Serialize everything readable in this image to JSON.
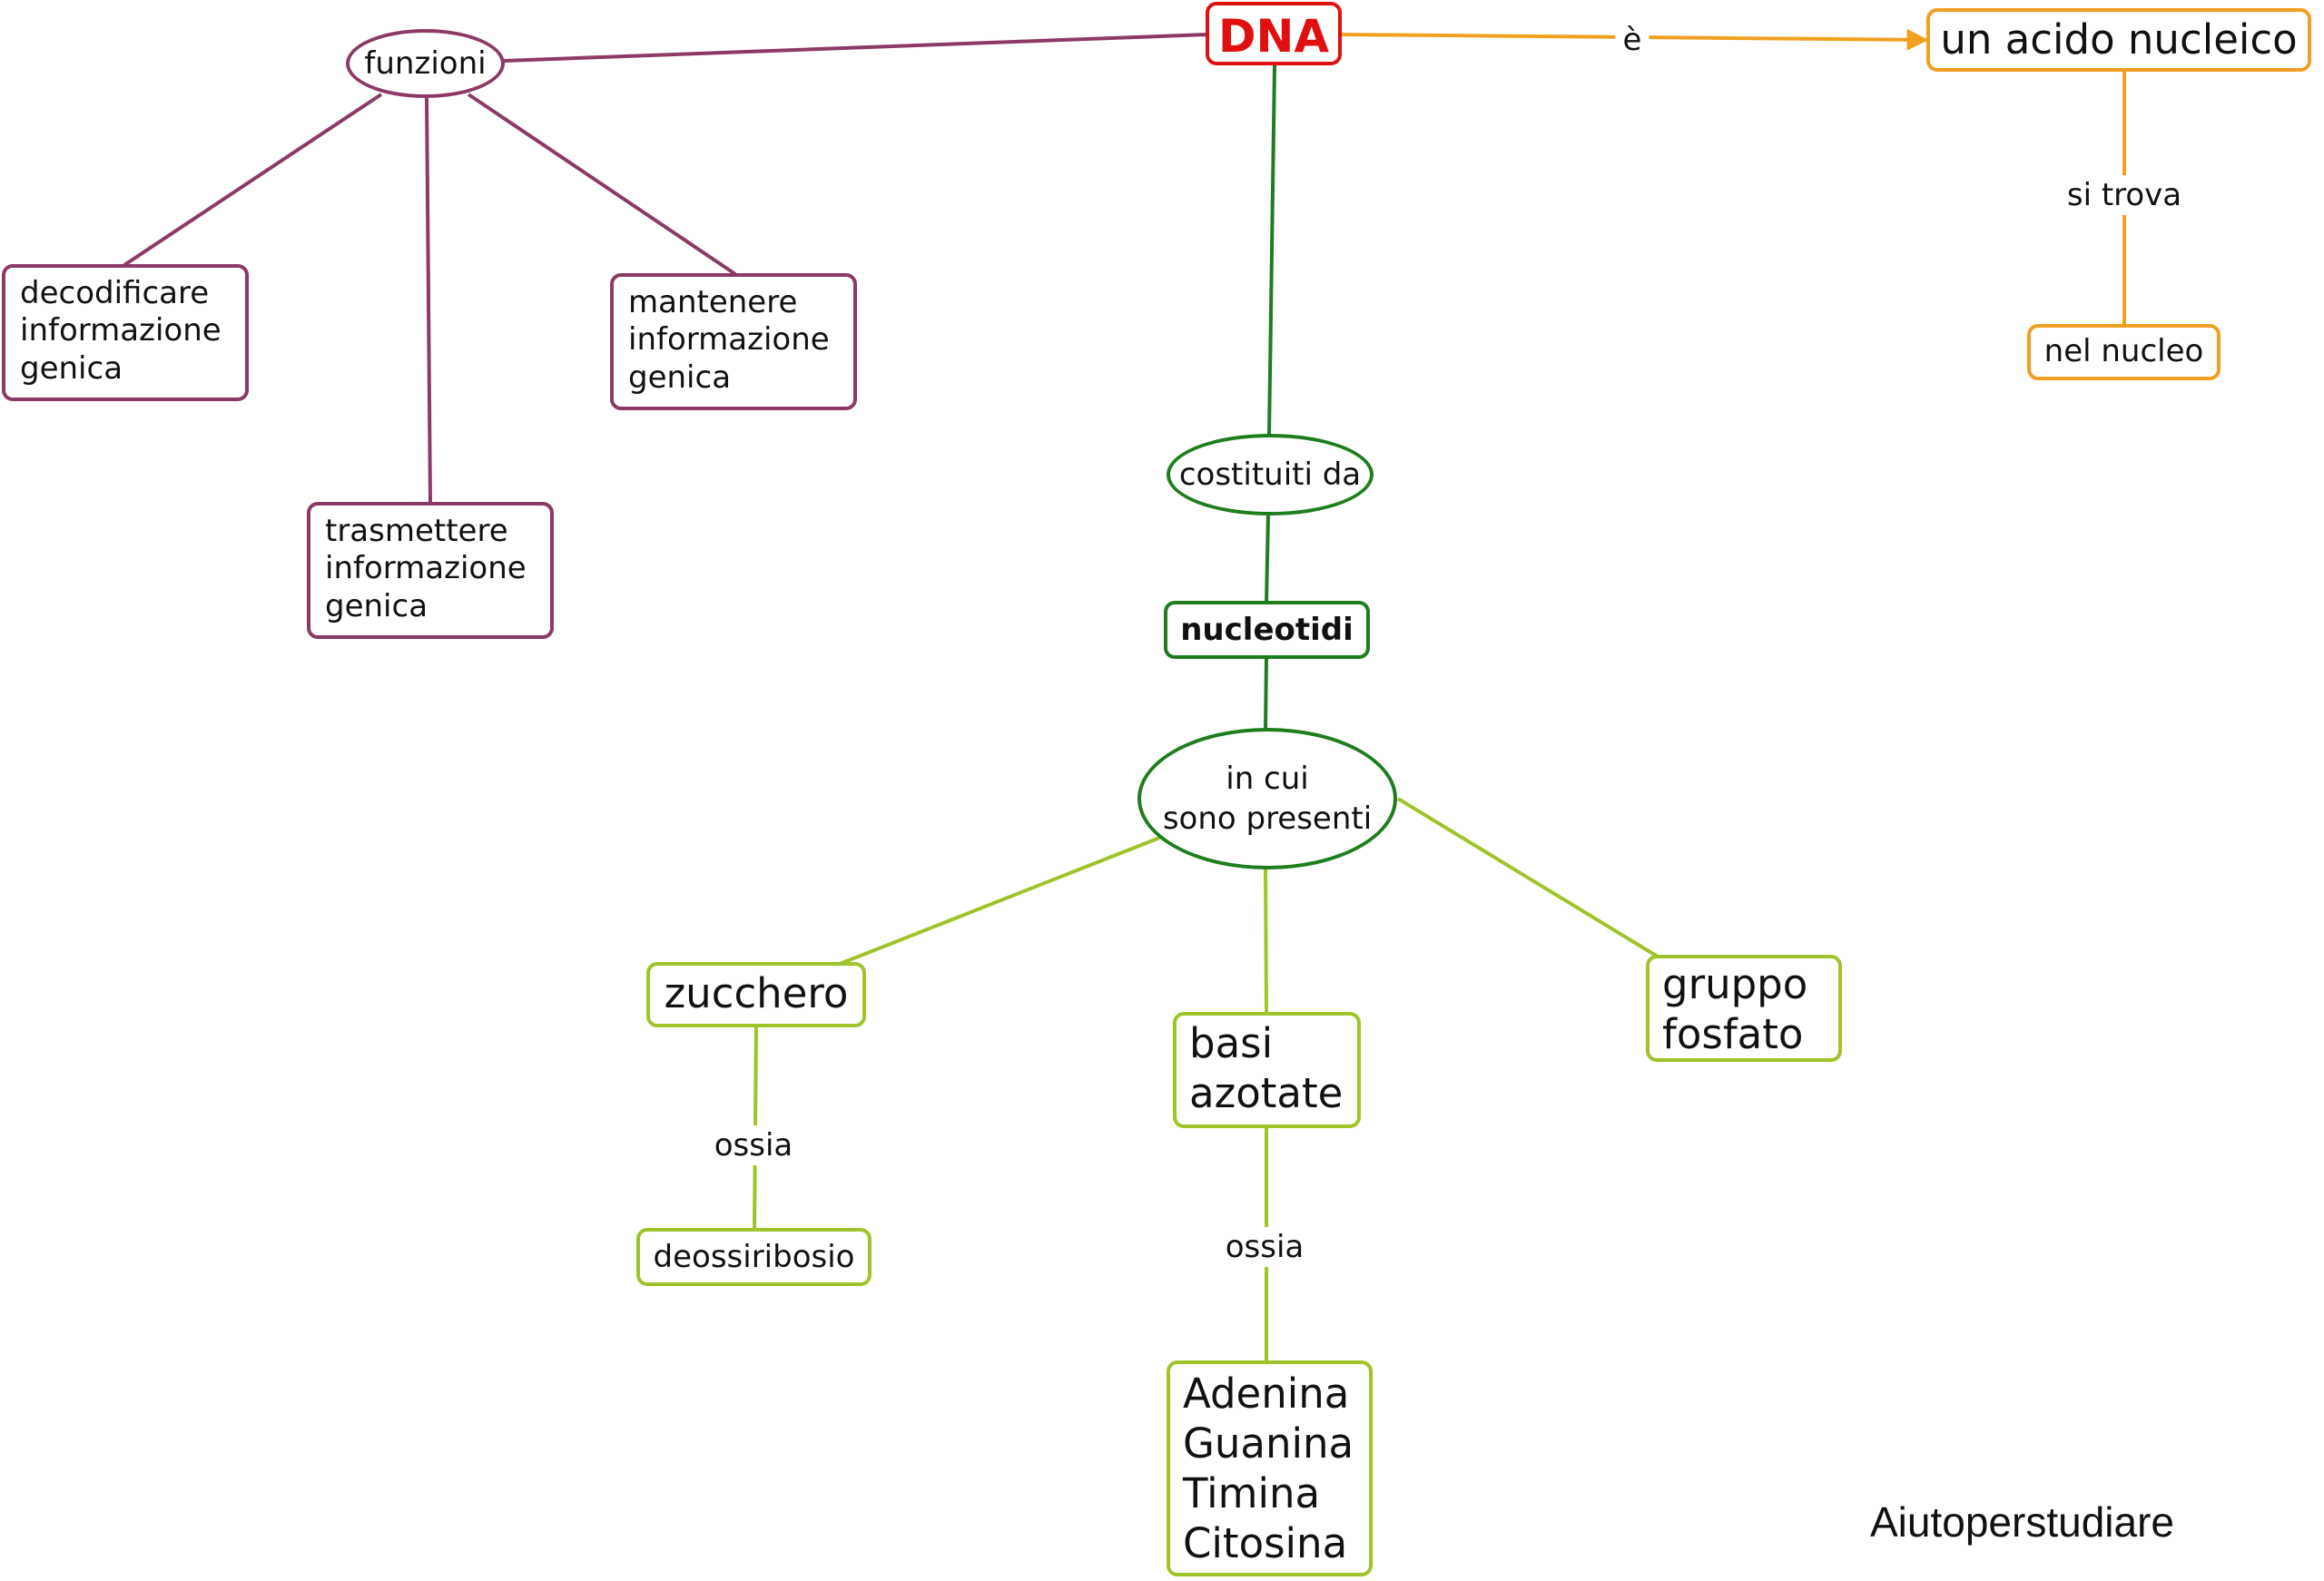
{
  "colors": {
    "purple": "#8b3a66",
    "green": "#1e7d1e",
    "lime": "#9fc42a",
    "orange": "#f0a020",
    "red": "#e01010"
  },
  "nodes": {
    "dna": "DNA",
    "funzioni": "funzioni",
    "decodificare": [
      "decodificare",
      "informazione",
      "genica"
    ],
    "mantenere": [
      "mantenere",
      "informazione",
      "genica"
    ],
    "trasmettere": [
      "trasmettere",
      "informazione",
      "genica"
    ],
    "acido": "un acido nucleico",
    "nucleo": "nel nucleo",
    "costituiti": "costituiti da",
    "nucleotidi": "nucleotidi",
    "presenti": [
      "in cui",
      "sono presenti"
    ],
    "zucchero": "zucchero",
    "deossiribosio": "deossiribosio",
    "basi": [
      "basi",
      "azotate"
    ],
    "fosfato": [
      "gruppo",
      "fosfato"
    ],
    "bases_list": [
      "Adenina",
      "Guanina",
      "Timina",
      "Citosina"
    ]
  },
  "link_labels": {
    "e": "è",
    "si_trova": "si trova",
    "ossia_zucchero": "ossia",
    "ossia_basi": "ossia"
  },
  "watermark": "Aiutoperstudiare"
}
